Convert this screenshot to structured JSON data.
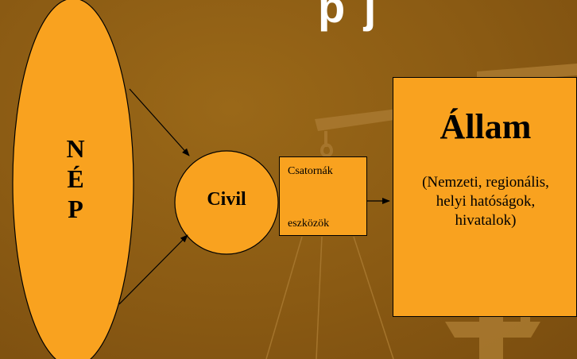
{
  "title_fragment": "p      j",
  "nep": {
    "letters": [
      "N",
      "É",
      "P"
    ]
  },
  "civil": {
    "label": "Civil"
  },
  "channels": {
    "top_label": "Csatornák",
    "bottom_label": "eszközök"
  },
  "state": {
    "title": "Állam",
    "description_lines": [
      "(Nemzeti, regionális,",
      "helyi hatóságok,",
      "hivatalok)"
    ]
  },
  "colors": {
    "background": "#8a5a13",
    "shape_fill": "#f9a21f",
    "scale_wood": "#a8782f",
    "text": "#000000"
  },
  "icons": [
    "balance-scale-icon"
  ]
}
